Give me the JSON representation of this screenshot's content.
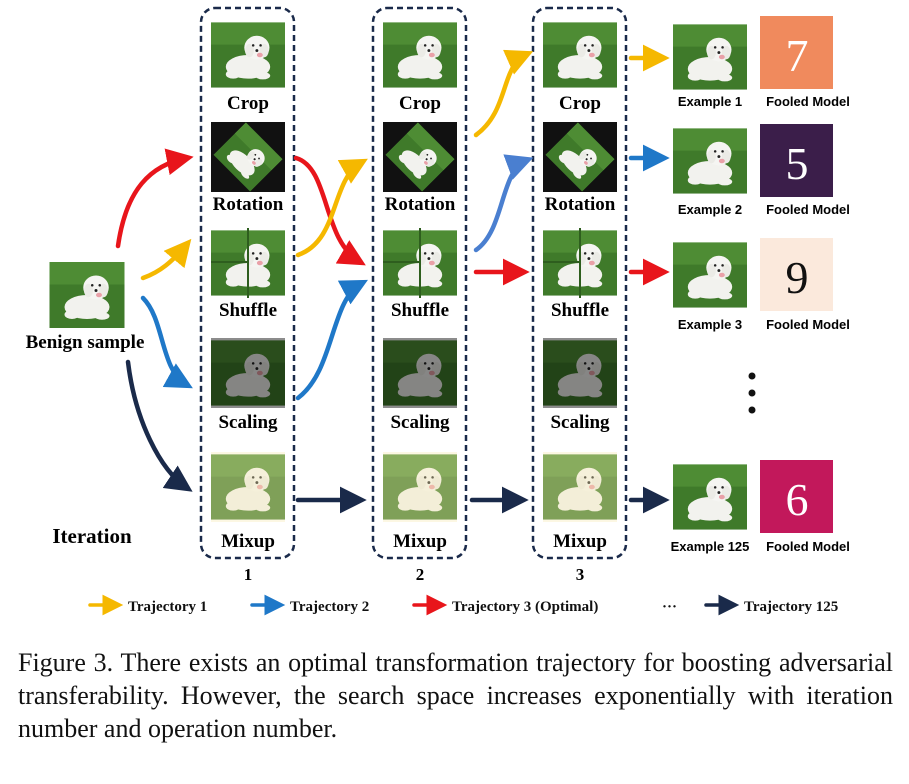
{
  "benign_label": "Benign sample",
  "iteration_label": "Iteration",
  "iteration_numbers": [
    "1",
    "2",
    "3"
  ],
  "operations": [
    "Crop",
    "Rotation",
    "Shuffle",
    "Scaling",
    "Mixup"
  ],
  "outputs": [
    {
      "example": "Example 1",
      "model_label": "Fooled Model",
      "count": "7",
      "color": "#f08a5d",
      "text_color": "#ffffff"
    },
    {
      "example": "Example 2",
      "model_label": "Fooled Model",
      "count": "5",
      "color": "#3b1e4a",
      "text_color": "#ffffff"
    },
    {
      "example": "Example 3",
      "model_label": "Fooled Model",
      "count": "9",
      "color": "#fbe9dc",
      "text_color": "#111111"
    },
    {
      "example": "Example 125",
      "model_label": "Fooled Model",
      "count": "6",
      "color": "#c2185b",
      "text_color": "#ffffff"
    }
  ],
  "legend": [
    {
      "label": "Trajectory 1",
      "color": "#f5b800"
    },
    {
      "label": "Trajectory 2",
      "color": "#1f78c8"
    },
    {
      "label": "Trajectory 3 (Optimal)",
      "color": "#e8151b"
    },
    {
      "label": "···",
      "color": ""
    },
    {
      "label": "Trajectory 125",
      "color": "#1a2a4a"
    }
  ],
  "caption": "Figure 3. There exists an optimal transformation trajectory for boosting adversarial transferability. However, the search space increases exponentially with iteration number and operation number.",
  "colors": {
    "trajectory1": "#f5b800",
    "trajectory2": "#1f78c8",
    "trajectory3": "#e8151b",
    "trajectory125": "#1a2a4a",
    "box_border": "#1a2a4a",
    "grass": "#3f7a2a",
    "dog": "#f2f2ee"
  }
}
